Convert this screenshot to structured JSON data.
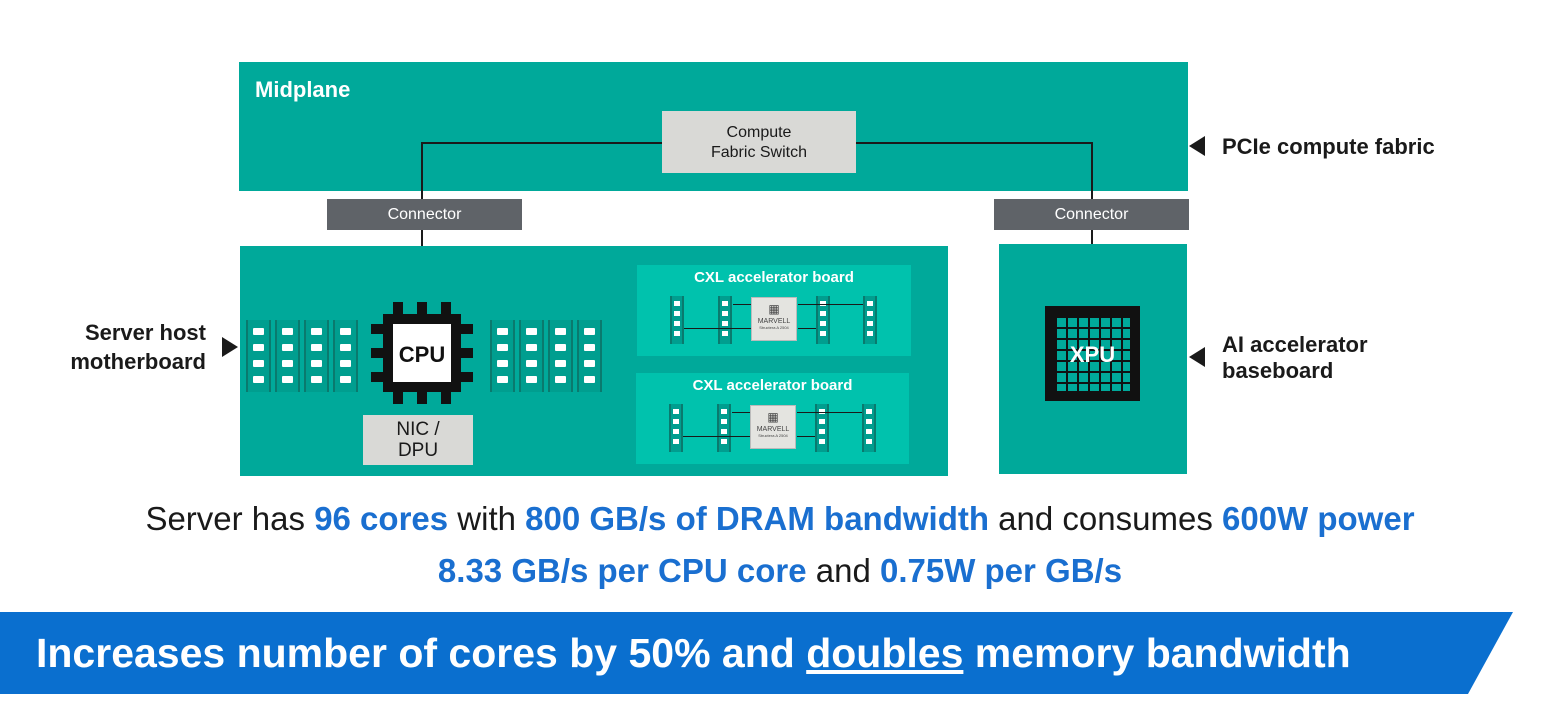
{
  "midplane": {
    "title": "Midplane"
  },
  "switch": {
    "line1": "Compute",
    "line2": "Fabric Switch"
  },
  "connectors": {
    "left": "Connector",
    "right": "Connector"
  },
  "cpu": {
    "label": "CPU"
  },
  "nic": {
    "line1": "NIC /",
    "line2": "DPU"
  },
  "cxl_boards": [
    {
      "title": "CXL accelerator board",
      "chip_brand": "MARVELL",
      "chip_model": "Structera A 2504"
    },
    {
      "title": "CXL accelerator board",
      "chip_brand": "MARVELL",
      "chip_model": "Structera A 2504"
    }
  ],
  "xpu": {
    "label": "XPU"
  },
  "side_labels": {
    "fabric": "PCIe compute fabric",
    "host_line1": "Server host",
    "host_line2": "motherboard",
    "accel_line1": "AI accelerator",
    "accel_line2": "baseboard"
  },
  "stats": {
    "line1": {
      "p1": "Server has ",
      "h1": "96 cores",
      "p2": " with ",
      "h2": "800 GB/s of DRAM bandwidth",
      "p3": " and consumes ",
      "h3": "600W power"
    },
    "line2": {
      "h1": "8.33 GB/s per CPU core",
      "p1": " and ",
      "h2": "0.75W per GB/s"
    }
  },
  "banner": {
    "part1": "Increases number of cores by 50% and ",
    "underlined": "doubles",
    "part2": " memory bandwidth"
  },
  "colors": {
    "teal": "#00a99a",
    "teal_light": "#00c2ad",
    "accent_blue": "#1a6fd0",
    "banner_blue": "#0a6fcf"
  }
}
